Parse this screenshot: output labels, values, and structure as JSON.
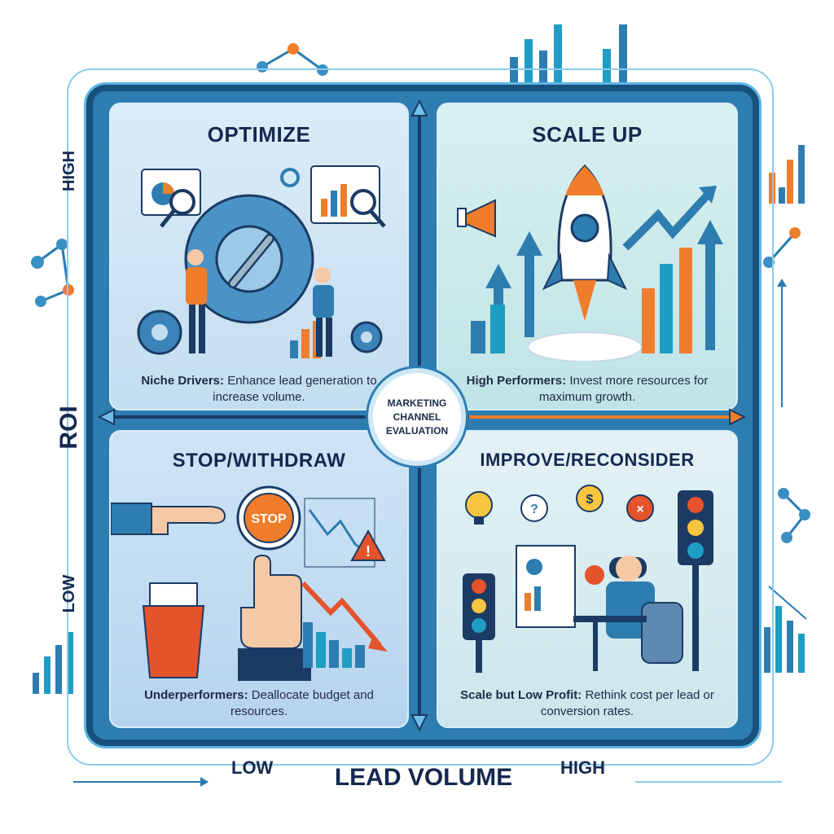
{
  "center_label": [
    "MARKETING",
    "CHANNEL",
    "EVALUATION"
  ],
  "axes": {
    "y_title": "ROI",
    "y_high": "HIGH",
    "y_low": "LOW",
    "x_title": "LEAD VOLUME",
    "x_low": "LOW",
    "x_high": "HIGH"
  },
  "quadrants": {
    "optimize": {
      "title": "OPTIMIZE",
      "lead": "Niche Drivers:",
      "text": "Enhance lead generation to increase volume."
    },
    "scale_up": {
      "title": "SCALE UP",
      "lead": "High Performers:",
      "text": "Invest more resources for maximum growth."
    },
    "stop": {
      "title": "STOP/WITHDRAW",
      "lead": "Underperformers:",
      "text": "Deallocate budget and resources.",
      "stop_sign": "STOP"
    },
    "improve": {
      "title": "IMPROVE/RECONSIDER",
      "lead": "Scale but Low Profit:",
      "text": "Rethink cost per lead or conversion rates."
    }
  },
  "colors": {
    "navy": "#17517c",
    "blue": "#2e7db1",
    "orange": "#f07d2b",
    "teal": "#1f9dc4"
  }
}
